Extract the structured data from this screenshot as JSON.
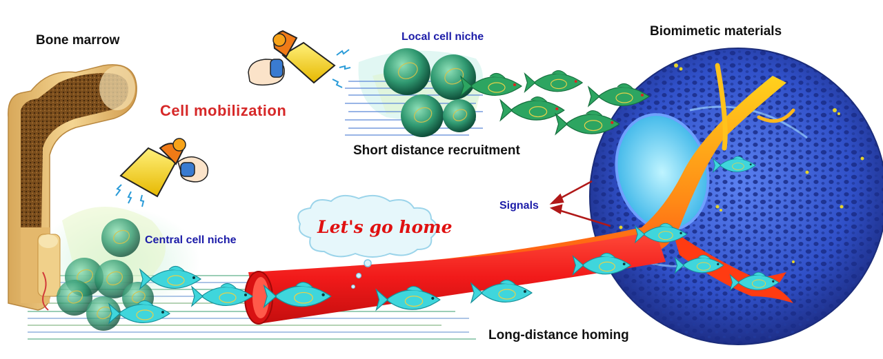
{
  "labels": {
    "bone_marrow": "Bone marrow",
    "cell_mobilization": "Cell mobilization",
    "local_cell_niche": "Local cell niche",
    "short_distance_recruitment": "Short distance recruitment",
    "biomimetic_materials": "Biomimetic materials",
    "signals": "Signals",
    "central_cell_niche": "Central cell niche",
    "lets_go_home": "Let's go home",
    "long_distance_homing": "Long-distance homing"
  },
  "colors": {
    "bone": "#e7c27a",
    "marrow": "#6b4416",
    "vessel": "#ef1a1a",
    "cyan_fish": "#3fd6dc",
    "green_fish": "#2da561",
    "sphere_green": "#3a9a72",
    "scaffold": "#4060d8",
    "signal_arrow": "#b01818",
    "megaphone": "#f5d311",
    "title_red": "#d62828",
    "niche_blue": "#1c1ca8"
  },
  "icons": [
    "megaphone-icon",
    "hand-icon",
    "fish-cell-icon",
    "stem-cell-sphere-icon",
    "signal-arrow-icon",
    "speech-cloud-icon"
  ]
}
